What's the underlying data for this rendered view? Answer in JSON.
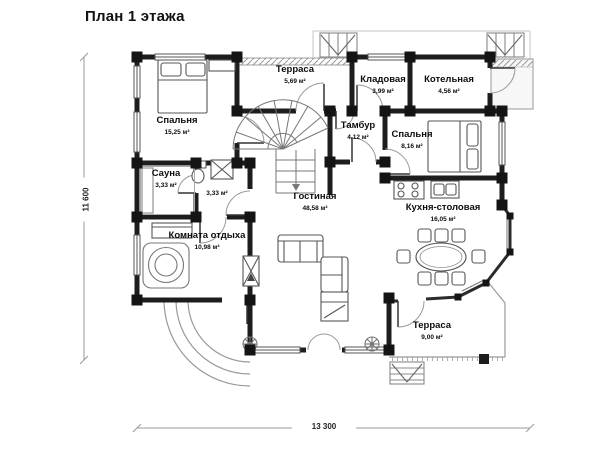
{
  "title": "План 1 этажа",
  "dimensions": {
    "height_label": "11 600",
    "width_label": "13 300"
  },
  "rooms": [
    {
      "id": "bedroom-1",
      "name": "Спальня",
      "area": "15,25 м²"
    },
    {
      "id": "terrace-top",
      "name": "Терраса",
      "area": "5,69 м²"
    },
    {
      "id": "storage",
      "name": "Кладовая",
      "area": "3,99 м²"
    },
    {
      "id": "boiler-room",
      "name": "Котельная",
      "area": "4,56 м²"
    },
    {
      "id": "vestibule",
      "name": "Тамбур",
      "area": "4,12 м²"
    },
    {
      "id": "bedroom-2",
      "name": "Спальня",
      "area": "8,16 м²"
    },
    {
      "id": "sauna",
      "name": "Сауна",
      "area": "3,33 м²"
    },
    {
      "id": "bathroom",
      "name": "",
      "area": "3,33 м²"
    },
    {
      "id": "rest-room",
      "name": "Комната отдыха",
      "area": "10,98 м²"
    },
    {
      "id": "living-room",
      "name": "Гостиная",
      "area": "48,58 м²"
    },
    {
      "id": "kitchen-dining",
      "name": "Кухня-столовая",
      "area": "16,05 м²"
    },
    {
      "id": "terrace-bottom",
      "name": "Терраса",
      "area": "9,00 м²"
    }
  ],
  "colors": {
    "wall": "#1d1d1d",
    "furniture": "#555555",
    "dimension": "#999999"
  }
}
